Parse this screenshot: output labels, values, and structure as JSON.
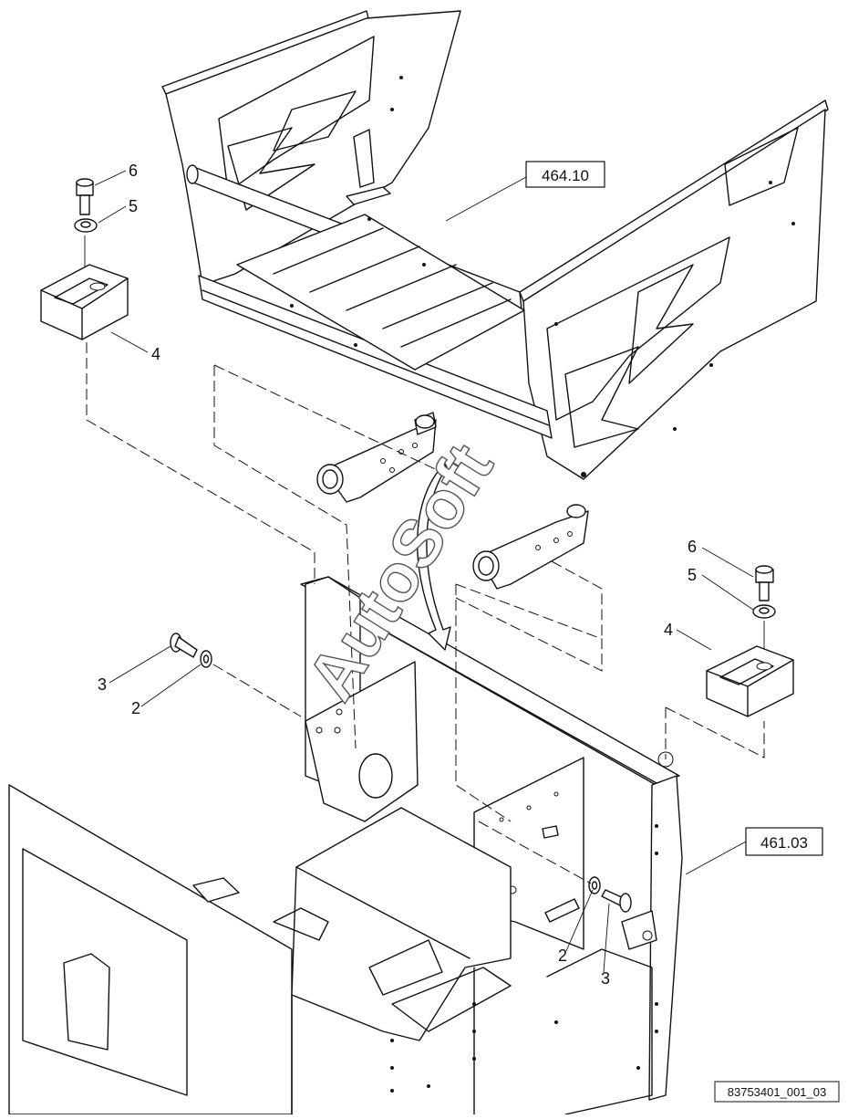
{
  "diagram": {
    "ref_boxes": [
      {
        "id": "upper",
        "text": "464.10"
      },
      {
        "id": "lower",
        "text": "461.03"
      }
    ],
    "callouts": {
      "tl_bolt": "6",
      "tl_washer": "5",
      "tl_block": "4",
      "tr_bolt": "6",
      "tr_washer": "5",
      "tr_block": "4",
      "left_bolt": "3",
      "left_washer": "2",
      "right_washer": "2",
      "right_bolt": "3"
    },
    "drawing_number": "83753401_001_03",
    "watermark": "AutoSoft",
    "colors": {
      "line": "#111111",
      "background": "#ffffff",
      "watermark_outline": "#555555"
    }
  }
}
